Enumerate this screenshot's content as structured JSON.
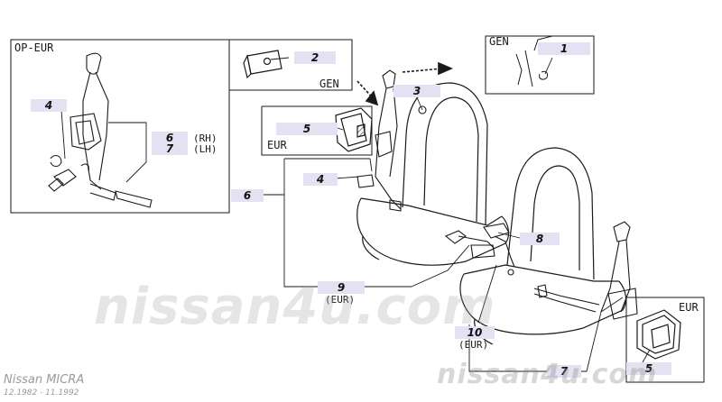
{
  "regions": {
    "op_eur": "OP-EUR",
    "gen_top": "GEN",
    "gen_mid": "GEN",
    "eur_left": "EUR",
    "eur_right": "EUR"
  },
  "parts": {
    "p1": "1",
    "p2": "2",
    "p3": "3",
    "p4a": "4",
    "p4b": "4",
    "p5a": "5",
    "p5b": "5",
    "p6a": "6",
    "p6b": "6",
    "p7a": "7",
    "p7b": "7",
    "p8": "8",
    "p9": "9",
    "p10": "10"
  },
  "qualifiers": {
    "rh": "(RH)",
    "lh": "(LH)",
    "eur9": "(EUR)",
    "eur10": "(EUR)"
  },
  "watermark": {
    "main": "nissan4u.com",
    "corner": "nissan4u.com"
  },
  "footer": {
    "model": "Nissan MICRA",
    "dates": "12.1982 - 11.1992"
  },
  "colors": {
    "label_bg": "#e4e2f2",
    "line": "#1a1a1a"
  }
}
